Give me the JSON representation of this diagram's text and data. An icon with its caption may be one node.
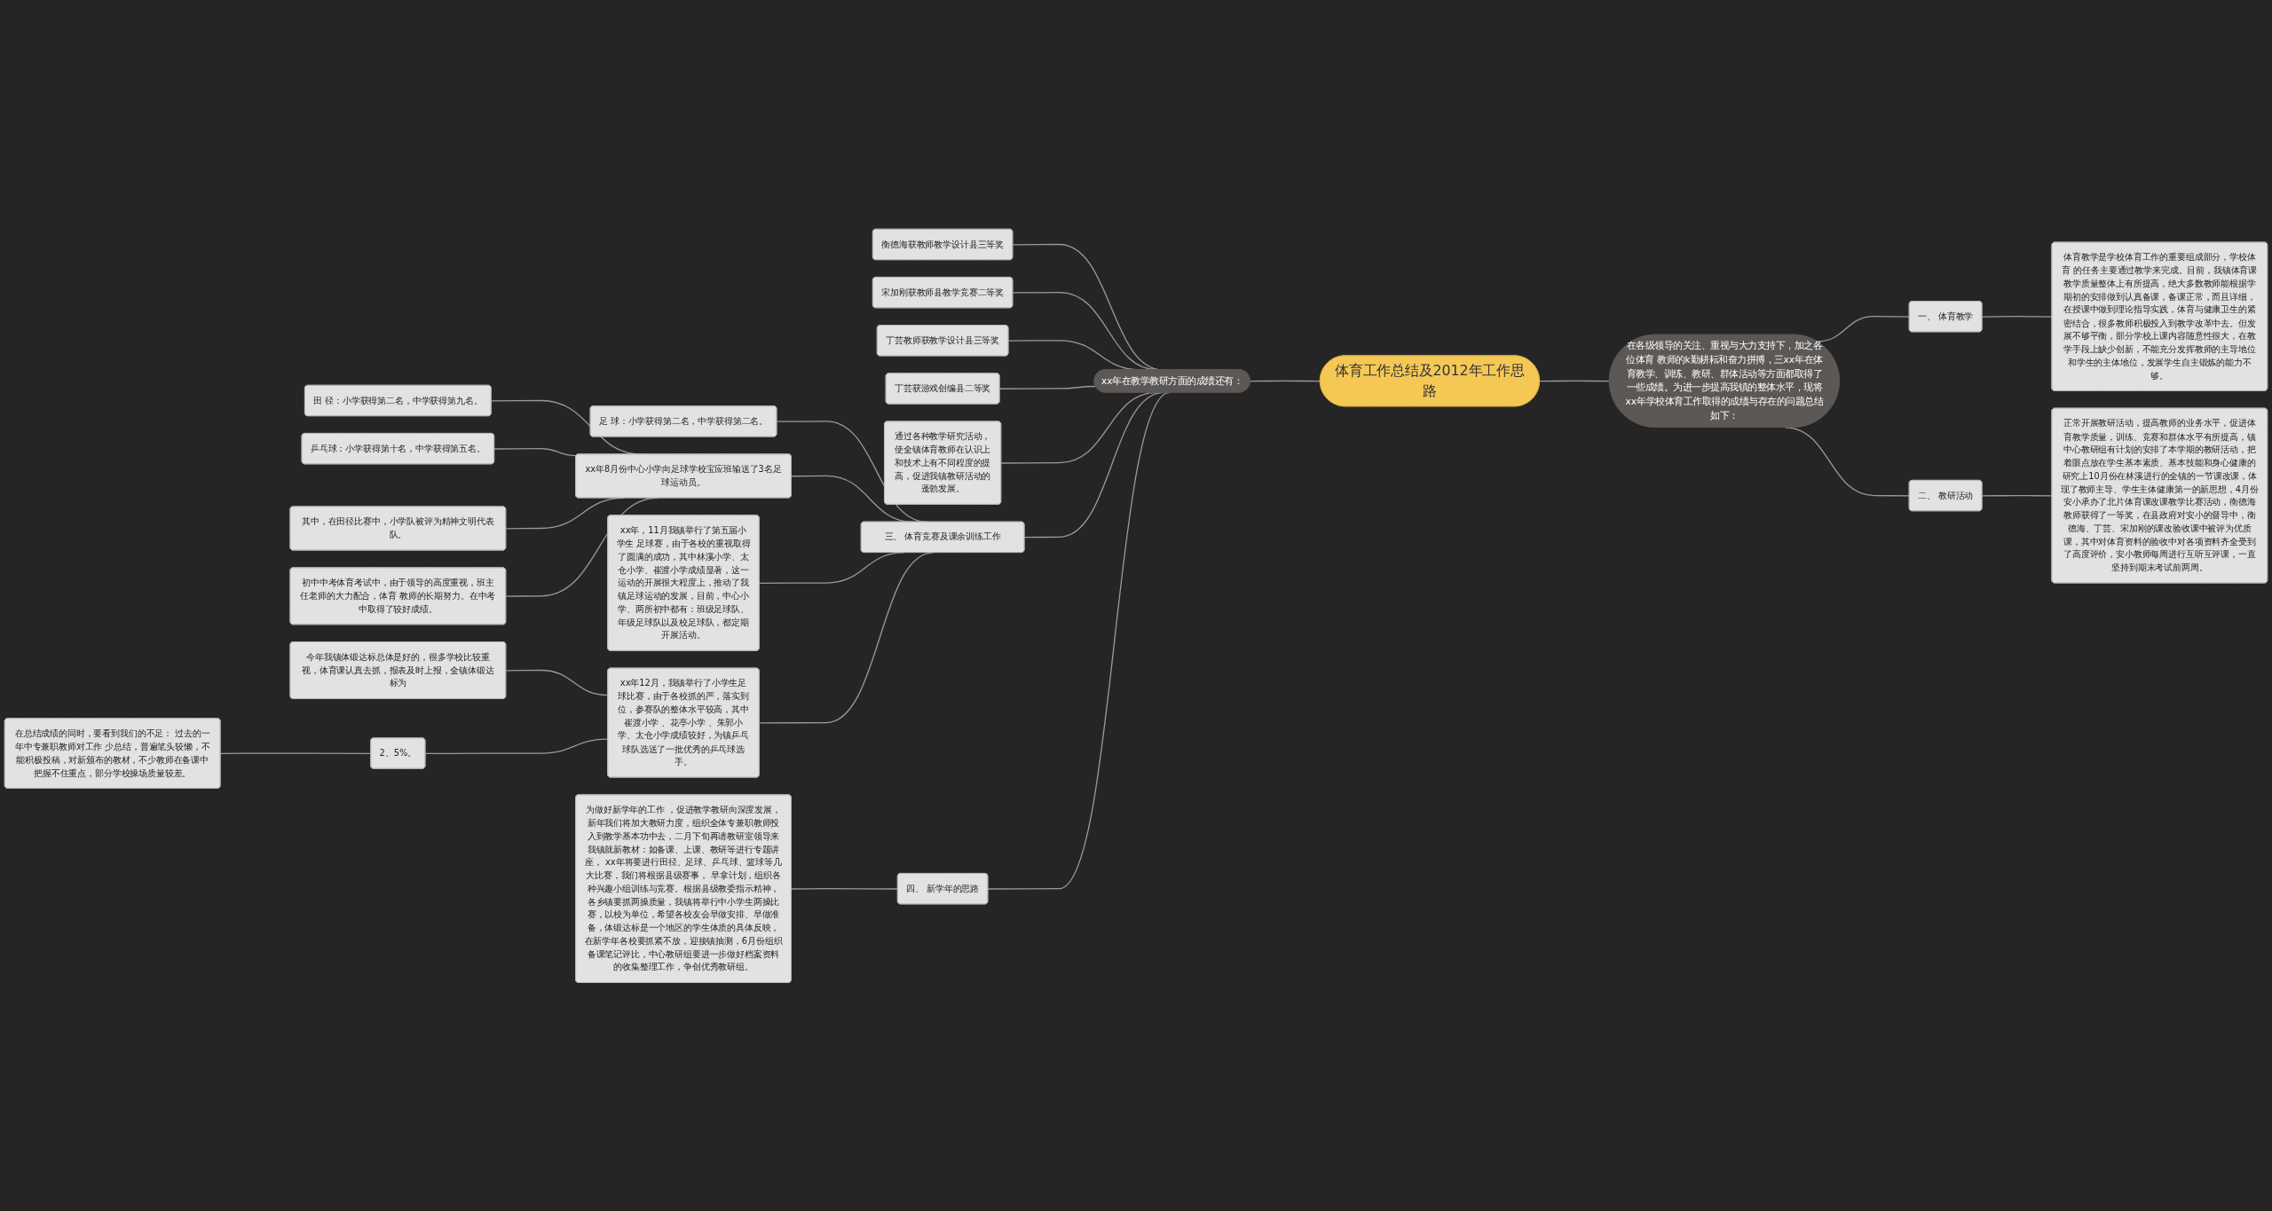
{
  "diagram": {
    "nodes": [
      {
        "text": [
          "体育工作总结及2012年工作思路"
        ]
      },
      {
        "text": [
          "在各级领导的关注、重视与大力支持下，加之各位体育 教师的k勤耕耘和奋力拼搏，三xx年在体育教学、训练、教研、群体活动等方面都取得了一些成绩。为进一步提高我镇的整体水平，现将xx年学校体育工作取得的成绩与存在的问题总结如下："
        ]
      },
      {
        "text": [
          "一、 体育教学"
        ]
      },
      {
        "text": [
          "体育教学是学校体育工作的重要组成部分，学校体育 的任务主要通过教学来完成。目前，我镇体育课教学质量整体上有所提高，绝大多数教师能根据学期初的安排做到认真备课，备课正常，而且详细，在授课中做到理论指导实践，体育与健康卫生的紧密结合，很多教师积极投入到教学改革中去。但发展不够平衡，部分学校上课内容随意性很大，在教学手段上缺少创新，不能充分发挥教师的主导地位和学生的主体地位，发展学生自主锻炼的能力不够。"
        ]
      },
      {
        "text": [
          "二、 教研活动"
        ]
      },
      {
        "text": [
          "正常开展教研活动，提高教师的业务水平，促进体育教学质量，训练、竞赛和群体水平有所提高，镇中心教研组有计划的安排了本学期的教研活动，把着眼点放在学生基本素质、基本技能和身心健康的研究上10月份在林溪进行的全镇的一节课改课，体现了教师主导、学生主体健康第一的新思想，4月份安小承办了北片体育课改课教学比赛活动，衡德海教师获得了一等奖，在县政府对安小的督导中，衡德海、丁芸、宋加刚的课改验收课中被评为优质课，其中对体育资料的验收中对各项资料齐全受到了高度评价，安小教师每周进行互听互评课，一直坚持到期末考试前两周。"
        ]
      },
      {
        "text": [
          "xx年在教学教研方面的成绩还有："
        ]
      },
      {
        "text": [
          "衡德海获教师教学设计县三等奖"
        ]
      },
      {
        "text": [
          "宋加刚获教师县教学竞赛二等奖"
        ]
      },
      {
        "text": [
          "丁芸教师获教学设计县三等奖"
        ]
      },
      {
        "text": [
          "丁芸获游戏创编县二等奖"
        ]
      },
      {
        "text": [
          "通过各种教学研究活动，使全镇体育教师在认识上和技术上有不同程度的提高，促进我镇教研活动的蓬勃发展。"
        ]
      },
      {
        "text": [
          "三、 体育竞赛及课余训练工作"
        ]
      },
      {
        "text": [
          "足 球：小学获得第二名，中学获得第二名。"
        ]
      },
      {
        "text": [
          "xx年8月份中心小学向足球学校宝应班输送了3名足球运动员。"
        ]
      },
      {
        "text": [
          "田 径：小学获得第二名，中学获得第九名。"
        ]
      },
      {
        "text": [
          "乒乓球：小学获得第十名，中学获得第五名。"
        ]
      },
      {
        "text": [
          "其中，在田径比赛中，小学队被评为精神文明代表队。"
        ]
      },
      {
        "text": [
          "初中中考体育考试中，由于领导的高度重视，班主任老师的大力配合，体育 教师的长期努力。在中考中取得了较好成绩。"
        ]
      },
      {
        "text": [
          "xx年，11月我镇举行了第五届小学生 足球赛，由于各校的重视取得了圆满的成功，其中林溪小学、太仓小学、崔渡小学成绩显著，这一运动的开展很大程度上，推动了我镇足球运动的发展，目前，中心小学、两所初中都有：班级足球队、年级足球队以及校足球队，都定期开展活动。"
        ]
      },
      {
        "text": [
          "xx年12月，我镇举行了小学生足球比赛，由于各校抓的严，落实到位，参赛队的整体水平较高，其中崔渡小学 、花亭小学 、朱郭小学、太仓小学成绩较好，为镇乒乓球队选送了一批优秀的乒乓球选手。"
        ]
      },
      {
        "text": [
          "今年我镇体锻达标总体是好的，很多学校比较重视，体育课认真去抓，报表及时上报，全镇体锻达标为"
        ]
      },
      {
        "text": [
          "2、5%。"
        ]
      },
      {
        "text": [
          "在总结成绩的同时，要看到我们的不足： 过去的一年中专兼职教师对工作 少总结，普遍笔头较懒，不能积极投稿，对新颁布的教材，不少教师在备课中把握不住重点，部分学校操场质量较差。"
        ]
      },
      {
        "text": [
          "四、 新学年的思路"
        ]
      },
      {
        "text": [
          "为做好新学年的工作 ，促进教学教研向深度发展，新年我们将加大教研力度，组织全体专兼职教师投入到教学基本功中去，二月下旬再请教研室领导来我镇就新教材：如备课、上课、教研等进行专题讲座， xx年将要进行田径、足球、乒乓球、篮球等几大比赛，我们将根据县级赛事， 早拿计划，组织各种兴趣小组训练与竞赛。根据县级教委指示精神，各乡镇要抓两操质量，我镇将举行中小学生两操比赛，以校为单位，希望各校友会早做安排、早做准备，体锻达标是一个地区的学生体质的具体反映，在新学年各校要抓紧不放，迎接镇抽测，6月份组织备课笔记评比，中心教研组要进一步做好档案资料的收集整理工作，争创优秀教研组。"
        ]
      }
    ],
    "edges": [
      {
        "from": 0,
        "to": 1,
        "arrow": "none"
      },
      {
        "from": 1,
        "to": 2,
        "arrow": "none"
      },
      {
        "from": 2,
        "to": 3,
        "arrow": "none"
      },
      {
        "from": 1,
        "to": 4,
        "arrow": "none"
      },
      {
        "from": 4,
        "to": 5,
        "arrow": "none"
      },
      {
        "from": 0,
        "to": 6,
        "arrow": "none"
      },
      {
        "from": 6,
        "to": 7,
        "arrow": "none"
      },
      {
        "from": 6,
        "to": 8,
        "arrow": "none"
      },
      {
        "from": 6,
        "to": 9,
        "arrow": "none"
      },
      {
        "from": 6,
        "to": 10,
        "arrow": "none"
      },
      {
        "from": 6,
        "to": 11,
        "arrow": "none"
      },
      {
        "from": 6,
        "to": 12,
        "arrow": "none"
      },
      {
        "from": 12,
        "to": 13,
        "arrow": "none"
      },
      {
        "from": 12,
        "to": 14,
        "arrow": "none"
      },
      {
        "from": 14,
        "to": 15,
        "arrow": "none"
      },
      {
        "from": 14,
        "to": 16,
        "arrow": "none"
      },
      {
        "from": 14,
        "to": 17,
        "arrow": "none"
      },
      {
        "from": 14,
        "to": 18,
        "arrow": "none"
      },
      {
        "from": 12,
        "to": 19,
        "arrow": "none"
      },
      {
        "from": 12,
        "to": 20,
        "arrow": "none"
      },
      {
        "from": 20,
        "to": 21,
        "arrow": "none"
      },
      {
        "from": 20,
        "to": 22,
        "arrow": "none"
      },
      {
        "from": 22,
        "to": 23,
        "arrow": "none"
      },
      {
        "from": 6,
        "to": 24,
        "arrow": "none"
      },
      {
        "from": 24,
        "to": 25,
        "arrow": "none"
      }
    ]
  }
}
